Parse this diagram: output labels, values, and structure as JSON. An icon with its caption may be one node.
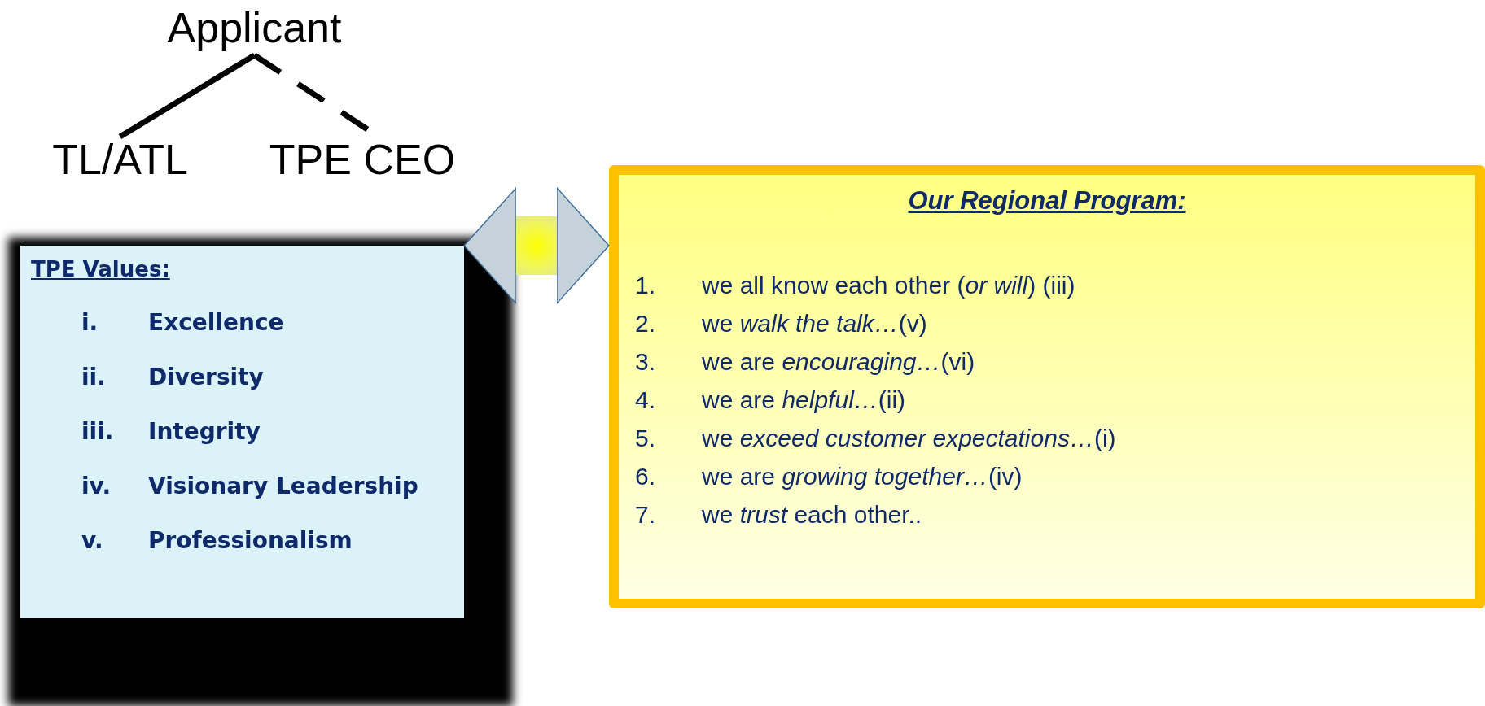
{
  "diagram": {
    "nodes": [
      {
        "text": [
          "Applicant"
        ]
      },
      {
        "text": [
          "TL/ATL"
        ]
      },
      {
        "text": [
          "TPE CEO"
        ]
      },
      {
        "text": [
          "TPE Values:",
          "i. Excellence",
          "ii. Diversity",
          "iii. Integrity",
          "iv. Visionary Leadership",
          "v. Professionalism"
        ]
      },
      {
        "text": [
          "Our Regional Program:",
          "1. we all know each other (*or will*) (iii)",
          "2. we *walk the talk…*(v)",
          "3. we are *encouraging…*(vi)",
          "4. we are *helpful…*(ii)",
          "5. we *exceed customer expectations…*(i)",
          "6. we are *growing together…*(iv)",
          "7. we *trust* each other.."
        ]
      }
    ],
    "edges": [
      {
        "from": 0,
        "to": 1,
        "arrow": "none"
      },
      {
        "from": 0,
        "to": 2,
        "arrow": "none",
        "style": "dashed"
      },
      {
        "from": 3,
        "to": 4,
        "arrow": "both"
      }
    ]
  }
}
